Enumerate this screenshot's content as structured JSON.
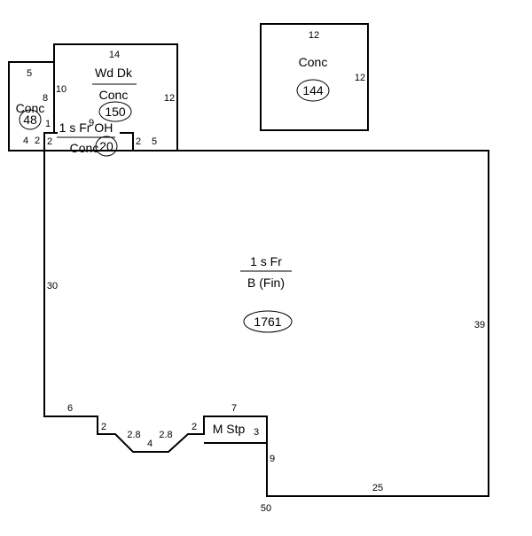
{
  "main_area": {
    "label_top": "1 s Fr",
    "label_bottom": "B (Fin)",
    "area": "1761",
    "dims": {
      "left": "30",
      "right": "39",
      "bottom": "25",
      "bottom_corner": "50",
      "lower_left": "6",
      "step_in_left": "2",
      "bay_left": "2.8",
      "bay_bottom": "4",
      "bay_right": "2.8",
      "step_in_right": "2",
      "mstp_right_drop": "9"
    }
  },
  "wood_deck": {
    "label_top": "Wd Dk",
    "label_bottom": "Conc",
    "area": "150",
    "dims": {
      "top": "14",
      "right": "12",
      "left": "10",
      "bottom_right": "5"
    }
  },
  "conc_small": {
    "label": "Conc",
    "area": "48",
    "dims": {
      "top": "5",
      "right": "8",
      "bottom": "4",
      "inner": "2",
      "side": "1"
    }
  },
  "overhang": {
    "label_top": "1 s Fr OH",
    "label_bottom": "Conc",
    "area": "20",
    "dims": {
      "left": "2",
      "right": "2",
      "top": "9"
    }
  },
  "conc_detached": {
    "label": "Conc",
    "area": "144",
    "dims": {
      "top": "12",
      "right": "12"
    }
  },
  "m_stp": {
    "label": "M Stp",
    "dims": {
      "top": "7",
      "right": "3"
    }
  }
}
